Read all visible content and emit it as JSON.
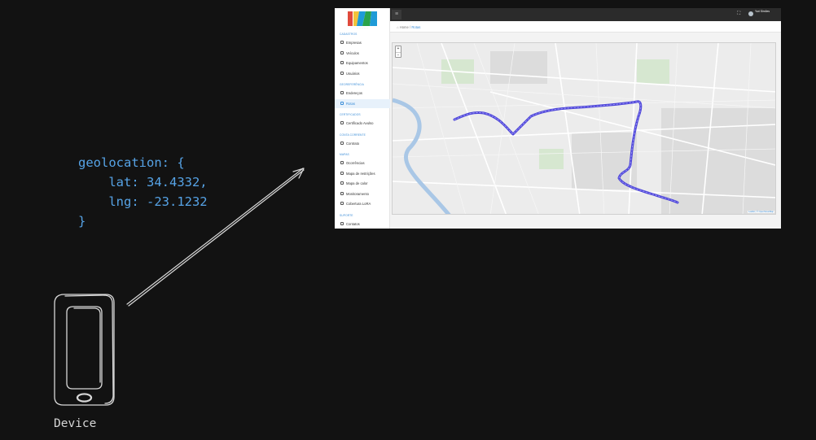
{
  "code": {
    "line1": "geolocation: {",
    "line2": "    lat: 34.4332,",
    "line3": "    lng: -23.1232",
    "line4": "}"
  },
  "device": {
    "label": "Device"
  },
  "colors": {
    "code": "#56a3e6",
    "route": "#5a52e6",
    "accent": "#3c8ed8",
    "background": "#121212"
  },
  "app": {
    "sidebar": {
      "sections": [
        {
          "title": "CADASTROS",
          "items": [
            {
              "label": "Empresas",
              "icon": "building-icon"
            },
            {
              "label": "Veículos",
              "icon": "truck-icon"
            },
            {
              "label": "Equipamentos",
              "icon": "gauge-icon"
            },
            {
              "label": "Usuários",
              "icon": "user-icon"
            }
          ]
        },
        {
          "title": "GEOREFERÊNCIA",
          "items": [
            {
              "label": "Endereços",
              "icon": "pin-icon"
            },
            {
              "label": "Rotas",
              "icon": "route-icon",
              "active": true
            }
          ]
        },
        {
          "title": "CERTIFICADOS",
          "items": [
            {
              "label": "Certificado Avulso",
              "icon": "certificate-icon"
            }
          ]
        },
        {
          "title": "CONTA CORRENTE",
          "items": [
            {
              "label": "Contrato",
              "icon": "contract-icon"
            }
          ]
        },
        {
          "title": "MAPAS",
          "items": [
            {
              "label": "Ocorrências",
              "icon": "alert-icon"
            },
            {
              "label": "Mapa de restrições",
              "icon": "clock-icon"
            },
            {
              "label": "Mapa de calor",
              "icon": "grid-icon"
            },
            {
              "label": "Monitoramento",
              "icon": "eye-icon"
            },
            {
              "label": "Cobertura LoRA",
              "icon": "signal-icon"
            }
          ]
        },
        {
          "title": "SUPORTE",
          "items": [
            {
              "label": "Contatos",
              "icon": "phone-icon"
            }
          ]
        }
      ]
    },
    "topbar": {
      "user": "Yuri Simões"
    },
    "breadcrumb": {
      "home": "Home",
      "sep": "/",
      "current": "Rotas"
    },
    "map": {
      "zoom_in": "+",
      "zoom_out": "−",
      "attribution": "Leaflet | © OpenStreetMap"
    }
  }
}
